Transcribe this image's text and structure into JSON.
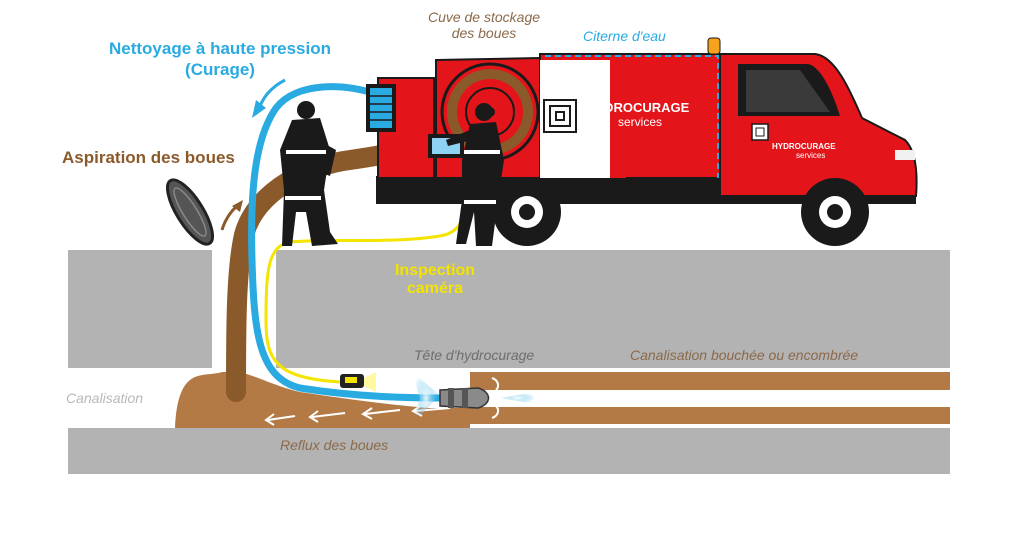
{
  "labels": {
    "high_pressure": "Nettoyage à haute pression",
    "high_pressure_sub": "(Curage)",
    "suction": "Aspiration des boues",
    "sludge_tank_1": "Cuve de stockage",
    "sludge_tank_2": "des boues",
    "water_tank": "Citerne d'eau",
    "camera_1": "Inspection",
    "camera_2": "caméra",
    "nozzle_head": "Tête d'hydrocurage",
    "blocked_pipe": "Canalisation bouchée ou encombrée",
    "pipe": "Canalisation",
    "backflow": "Reflux des boues"
  },
  "truck": {
    "brand_big": "HYDROCURAGE",
    "brand_big_sub": "services",
    "brand_door": "HYDROCURAGE",
    "brand_door_sub": "services"
  },
  "colors": {
    "truck_red": "#e3151b",
    "water_blue": "#29abe2",
    "sludge_brown": "#8b5a2b",
    "camera_yellow": "#f4e400",
    "ground_grey": "#b3b3b3",
    "silhouette": "#1a1a1a"
  }
}
